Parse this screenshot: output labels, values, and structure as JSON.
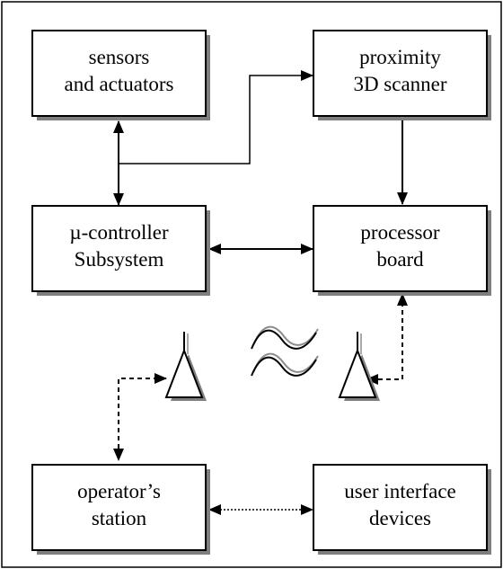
{
  "colors": {
    "box_border": "#000000",
    "box_shadow": "#7f7f7f",
    "background": "#ffffff",
    "wave_shadow": "#8c8c8c"
  },
  "nodes": {
    "sensors": {
      "line1": "sensors",
      "line2": "and actuators"
    },
    "scanner": {
      "line1": "proximity",
      "line2": "3D scanner"
    },
    "controller": {
      "line1": "µ-controller",
      "line2": "Subsystem"
    },
    "processor": {
      "line1": "processor",
      "line2": "board"
    },
    "operator": {
      "line1": "operator’s",
      "line2": "station"
    },
    "user_devices": {
      "line1": "user interface",
      "line2": "devices"
    }
  },
  "connections": [
    {
      "from": "sensors",
      "to": "controller",
      "style": "solid",
      "arrows": "both"
    },
    {
      "from": "sensors",
      "to": "scanner",
      "style": "solid",
      "arrows": "end"
    },
    {
      "from": "scanner",
      "to": "processor",
      "style": "solid",
      "arrows": "end"
    },
    {
      "from": "controller",
      "to": "processor",
      "style": "solid",
      "arrows": "both"
    },
    {
      "from": "processor",
      "to": "right-antenna",
      "style": "dashed",
      "arrows": "both"
    },
    {
      "from": "left-antenna",
      "to": "operator",
      "style": "dashed",
      "arrows": "both"
    },
    {
      "from": "operator",
      "to": "user_devices",
      "style": "dotted",
      "arrows": "both"
    }
  ],
  "icons": [
    "antenna-left-icon",
    "radio-wave-icon",
    "antenna-right-icon"
  ]
}
